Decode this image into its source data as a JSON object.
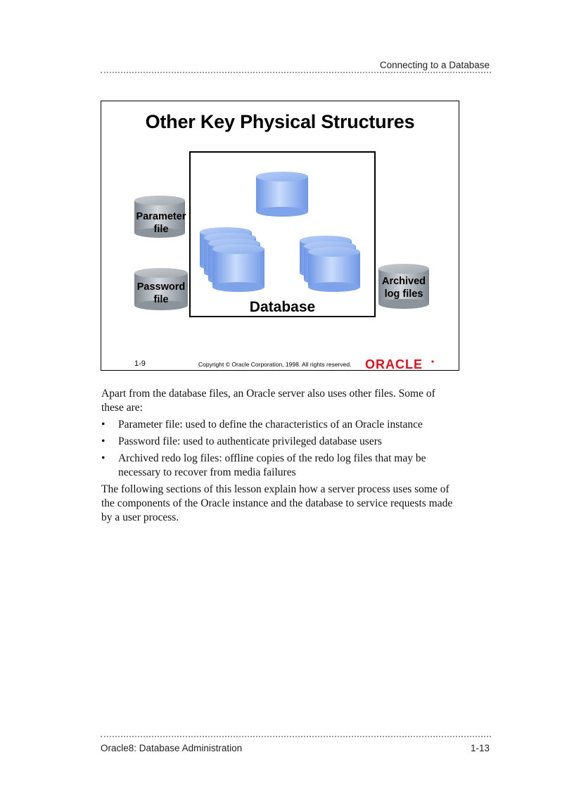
{
  "header": {
    "running_title": "Connecting to a Database"
  },
  "slide": {
    "title": "Other Key Physical Structures",
    "database_label": "Database",
    "parameter_label_line1": "Parameter",
    "parameter_label_line2": "file",
    "password_label_line1": "Password",
    "password_label_line2": "file",
    "archived_label_line1": "Archived",
    "archived_label_line2": "log files",
    "slide_number": "1-9",
    "copyright": "Copyright © Oracle Corporation, 1998. All rights reserved.",
    "logo_text": "ORACLE",
    "colors": {
      "cylinder_blue": "#8fb4f2",
      "cylinder_gray": "#a6adb4",
      "logo_red": "#e3101c"
    }
  },
  "body": {
    "intro": "Apart from the database files, an Oracle server also uses other files. Some of these are:",
    "bullets": [
      "Parameter file: used to define the characteristics of an Oracle instance",
      "Password file: used to authenticate privileged database users",
      "Archived redo log files: offline copies of the redo log files that may be necessary to recover from media failures"
    ],
    "bullet_glyph": "•",
    "closing": "The following sections of this lesson explain how a server process uses some of the components of the Oracle instance and the database to service requests made by a user process."
  },
  "footer": {
    "book_title": "Oracle8: Database Administration",
    "page_number": "1-13"
  }
}
